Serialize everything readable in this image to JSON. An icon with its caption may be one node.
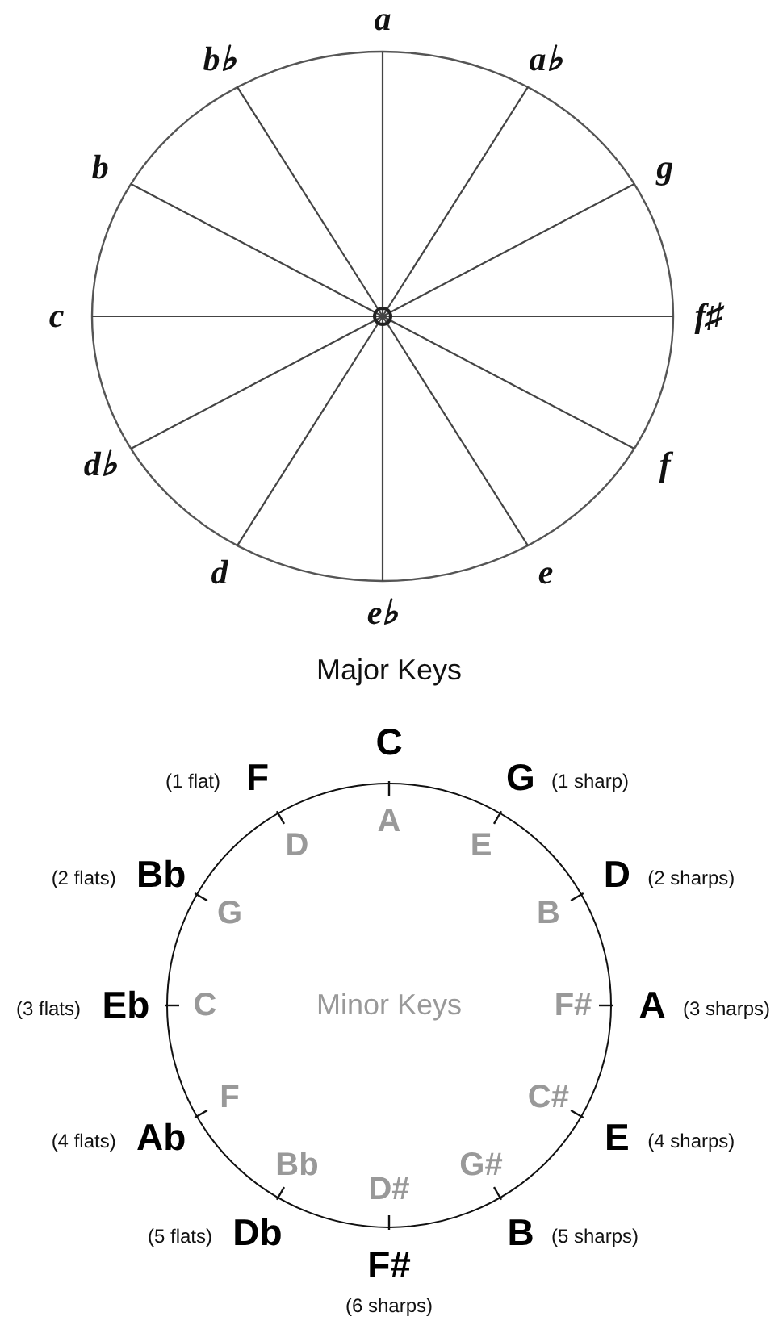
{
  "diagram": {
    "nodes": [
      {
        "text": [
          "Minor Keys"
        ]
      }
    ],
    "edges": [],
    "labels": [
      "a",
      "a♭",
      "g",
      "f♯",
      "f",
      "e",
      "e♭",
      "d",
      "d♭",
      "c",
      "b",
      "b♭",
      "Major Keys",
      "C",
      "G",
      "(1 sharp)",
      "D",
      "(2 sharps)",
      "A",
      "(3 sharps)",
      "E",
      "(4 sharps)",
      "B",
      "(5 sharps)",
      "F#",
      "(6 sharps)",
      "(5 flats)",
      "Db",
      "(4 flats)",
      "Ab",
      "(3 flats)",
      "Eb",
      "(2 flats)",
      "Bb",
      "(1 flat)",
      "F",
      "A",
      "E",
      "B",
      "F#",
      "C#",
      "G#",
      "D#",
      "Bb",
      "F",
      "C",
      "G",
      "D"
    ]
  }
}
